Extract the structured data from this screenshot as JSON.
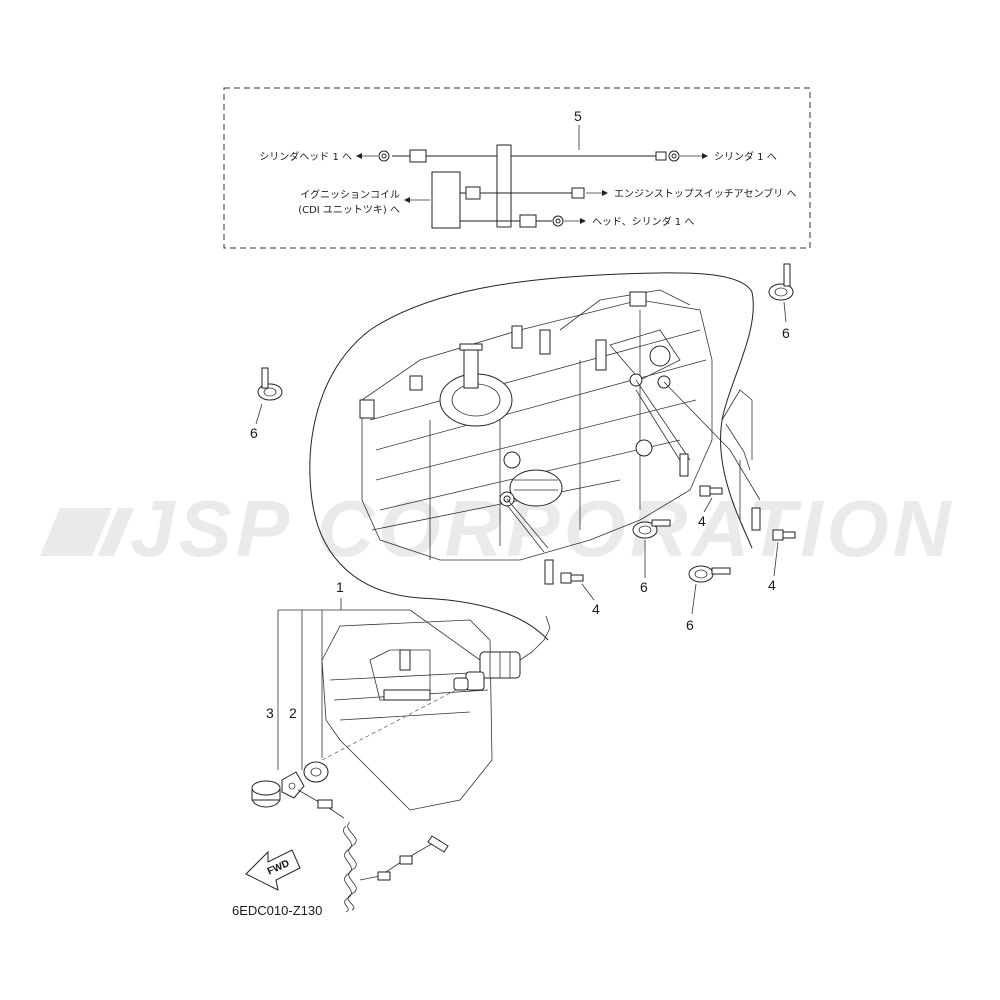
{
  "harness": {
    "left_top": "シリンダヘッド 1 へ",
    "right_top": "シリンダ 1 へ",
    "left_mid_1": "イグニッションコイル",
    "left_mid_2": "(CDI ユニットツキ) へ",
    "right_mid": "エンジンストップスイッチアセンブリ へ",
    "right_bottom": "ヘッド、シリンダ 1 へ"
  },
  "callouts": {
    "c1": "1",
    "c2": "2",
    "c3": "3",
    "c4a": "4",
    "c4b": "4",
    "c4c": "4",
    "c5": "5",
    "c6a": "6",
    "c6b": "6",
    "c6c": "6",
    "c6d": "6"
  },
  "fwd_label": "FWD",
  "diagram_code": "6EDC010-Z130",
  "watermark": "JSP CORPORATION",
  "colors": {
    "line": "#222222",
    "watermark": "#d9d9d9"
  }
}
